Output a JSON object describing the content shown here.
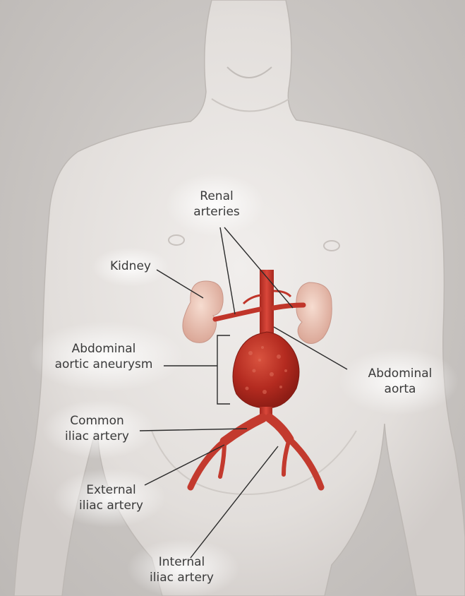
{
  "labels": {
    "renal_arteries": [
      "Renal",
      "arteries"
    ],
    "kidney": "Kidney",
    "abdominal_aortic_aneurysm": [
      "Abdominal",
      "aortic aneurysm"
    ],
    "abdominal_aorta": [
      "Abdominal",
      "aorta"
    ],
    "common_iliac_artery": [
      "Common",
      "iliac artery"
    ],
    "external_iliac_artery": [
      "External",
      "iliac artery"
    ],
    "internal_iliac_artery": [
      "Internal",
      "iliac artery"
    ]
  },
  "colors": {
    "background": "#c9c5c2",
    "skin": "#e8e4e1",
    "artery": "#c9372c",
    "aneurysm": "#b22a20",
    "kidney": "#ecc7b8",
    "leader_line": "#2b2b2b",
    "text": "#3a3a3a"
  }
}
